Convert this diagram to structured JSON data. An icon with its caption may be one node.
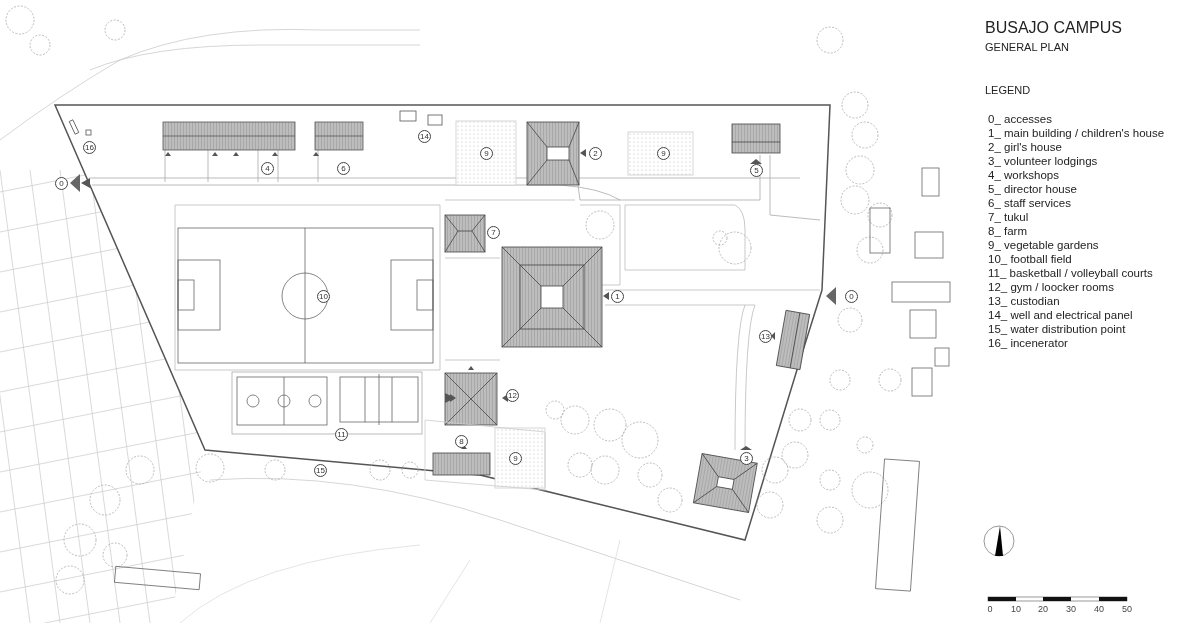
{
  "diagram": {
    "title": "BUSAJO CAMPUS",
    "labels": [
      "GENERAL PLAN",
      "LEGEND",
      "14",
      "16",
      "9",
      "2",
      "9",
      "4",
      "6",
      "5",
      "0",
      "7",
      "10",
      "1",
      "0",
      "13",
      "12",
      "11",
      "8",
      "9",
      "3",
      "15",
      "0",
      "10",
      "20",
      "30",
      "40",
      "50"
    ],
    "legend": [
      {
        "text": "0_ accesses"
      },
      {
        "text": "1_ main building / children's house"
      },
      {
        "text": "2_ girl's house"
      },
      {
        "text": "3_ volunteer lodgings"
      },
      {
        "text": "4_ workshops"
      },
      {
        "text": "5_ director house"
      },
      {
        "text": "6_ staff services"
      },
      {
        "text": "7_ tukul"
      },
      {
        "text": "8_ farm"
      },
      {
        "text": "9_ vegetable gardens"
      },
      {
        "text": "10_ football field"
      },
      {
        "text": "11_ basketball / volleyball courts"
      },
      {
        "text": "12_ gym / loocker rooms"
      },
      {
        "text": "13_ custodian"
      },
      {
        "text": "14_ well and electrical panel"
      },
      {
        "text": "15_ water distribution point"
      },
      {
        "text": "16_ incenerator"
      }
    ]
  }
}
